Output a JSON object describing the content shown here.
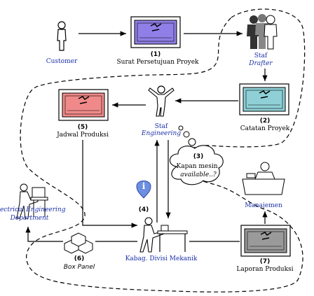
{
  "actors": {
    "customer": "Customer",
    "staf_drafter": [
      "Staf",
      "Drafter"
    ],
    "staf_engineering": [
      "Staf",
      "Engineering"
    ],
    "electrical": [
      "Electrical Engineering",
      "Department"
    ],
    "kabag": "Kabag. Divisi Mekanik",
    "manajemen": "Manajemen"
  },
  "documents": {
    "d1": {
      "num": "(1)",
      "label": "Surat Persetujuan Proyek",
      "color": "#8f7fe6"
    },
    "d2": {
      "num": "(2)",
      "label": "Catatan Proyek",
      "color": "#8fd0d6"
    },
    "d5": {
      "num": "(5)",
      "label": "Jadwal Produksi",
      "color": "#f08a8a"
    },
    "d7": {
      "num": "(7)",
      "label": "Laporan Produksi",
      "color": "#9a9a9a"
    }
  },
  "thought": {
    "num": "(3)",
    "lines": [
      "Kapan mesin",
      "available..?"
    ]
  },
  "info": {
    "num": "(4)",
    "icon": "info-icon"
  },
  "box_panel": {
    "num": "(6)",
    "label": "Box Panel"
  }
}
